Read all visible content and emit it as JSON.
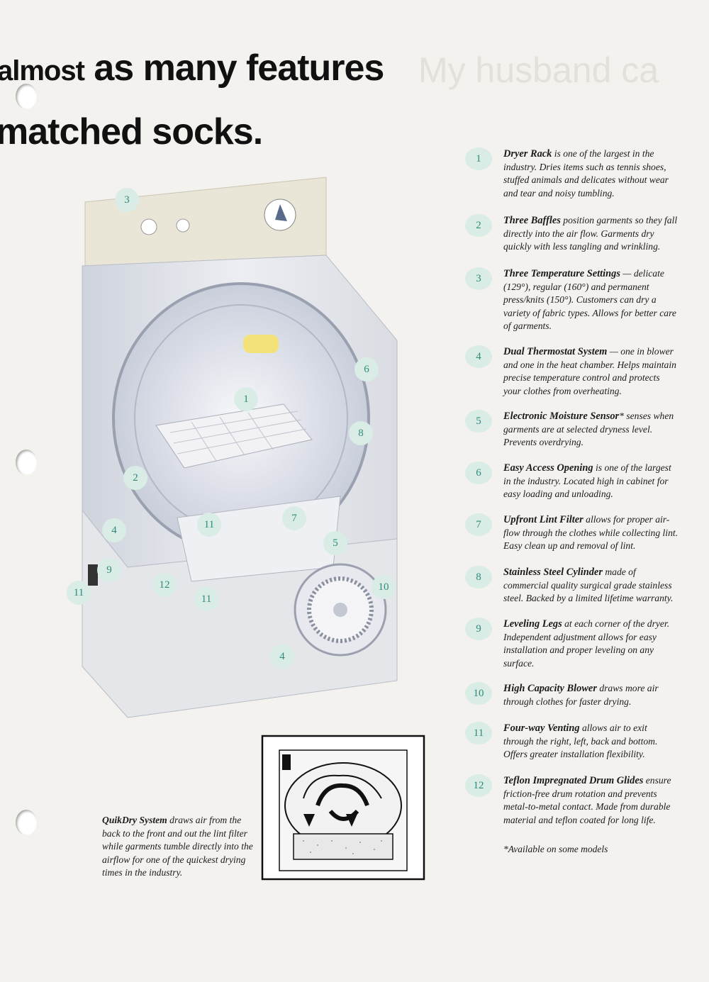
{
  "headline": {
    "line1_prefix": "almost",
    "line1": "as many features",
    "line2": "matched socks."
  },
  "ghost_text": "My husband ca",
  "callouts": [
    "3",
    "1",
    "6",
    "8",
    "2",
    "11",
    "7",
    "4",
    "5",
    "9",
    "12",
    "10",
    "11",
    "11",
    "4"
  ],
  "features": [
    {
      "num": "1",
      "title": "Dryer Rack",
      "body": " is one of the largest in the industry. Dries items such as tennis shoes, stuffed animals and delicates without wear and tear and noisy tumbling."
    },
    {
      "num": "2",
      "title": "Three Baffles",
      "body": " position garments so they fall directly into the air flow. Garments dry quickly with less tangling and wrinkling."
    },
    {
      "num": "3",
      "title": "Three Temperature Settings",
      "body": " — delicate (129°), regular (160°) and permanent press/knits (150°). Customers can dry a variety of fabric types. Allows for better care of garments."
    },
    {
      "num": "4",
      "title": "Dual Thermostat System",
      "body": " — one in blower and one in the heat chamber. Helps maintain precise temperature control and protects your clothes from overheating."
    },
    {
      "num": "5",
      "title": "Electronic Moisture Sensor",
      "body": "* senses when garments are at selected dryness level. Prevents overdrying."
    },
    {
      "num": "6",
      "title": "Easy Access Opening",
      "body": " is one of the largest in the industry. Located high in cabinet for easy loading and unloading."
    },
    {
      "num": "7",
      "title": "Upfront Lint Filter",
      "body": " allows for proper air-flow through the clothes while collecting lint. Easy clean up and removal of lint."
    },
    {
      "num": "8",
      "title": "Stainless Steel Cylinder",
      "body": " made of commercial quality surgical grade stainless steel. Backed by a limited lifetime warranty."
    },
    {
      "num": "9",
      "title": "Leveling Legs",
      "body": " at each corner of the dryer. Independent adjustment allows for easy installation and proper leveling on any surface."
    },
    {
      "num": "10",
      "title": "High Capacity Blower",
      "body": " draws more air through clothes for faster drying."
    },
    {
      "num": "11",
      "title": "Four-way Venting",
      "body": " allows air to exit through the right, left, back and bottom. Offers greater installation flexibility."
    },
    {
      "num": "12",
      "title": "Teflon Impregnated Drum Glides",
      "body": " ensure friction-free drum rotation and prevents metal-to-metal contact. Made from durable material and teflon coated for long life."
    }
  ],
  "footnote": "*Available on some models",
  "quikdry": {
    "title": "QuikDry System",
    "body": " draws air from the back to the front and out the lint filter while garments tumble directly into the airflow for one of the quickest drying times in the industry."
  },
  "colors": {
    "badge_bg": "#d9ece6",
    "badge_text": "#2f8a7a",
    "paper": "#f4f2ee"
  }
}
